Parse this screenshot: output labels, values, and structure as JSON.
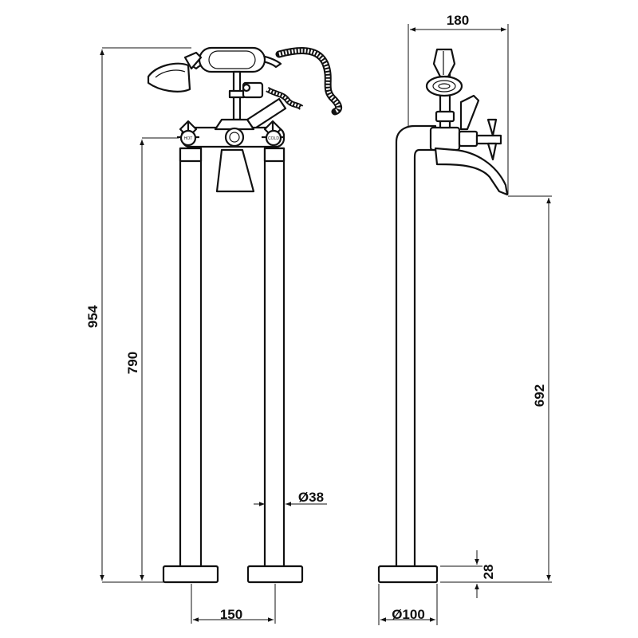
{
  "dimensions": {
    "overall_height": "954",
    "riser_height": "790",
    "spout_height": "692",
    "depth": "180",
    "pipe_diameter": "Ø38",
    "pipe_spacing": "150",
    "base_diameter": "Ø100",
    "base_height": "28"
  },
  "handle_labels": {
    "hot": "HOT",
    "cold": "COLD"
  }
}
